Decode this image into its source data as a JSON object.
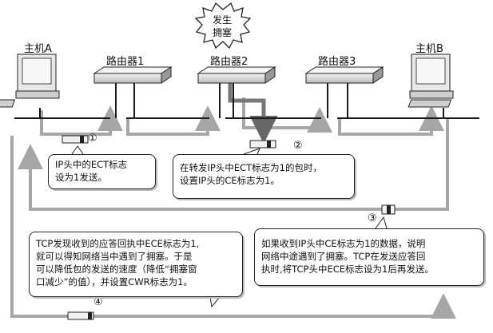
{
  "hosts": {
    "a": "主机A",
    "b": "主机B"
  },
  "routers": {
    "r1": "路由器1",
    "r2": "路由器2",
    "r3": "路由器3"
  },
  "congestion_cloud": [
    "发生",
    "拥塞"
  ],
  "steps": {
    "s1": "①",
    "s2": "②",
    "s3": "③",
    "s4": "④"
  },
  "notes": {
    "n1": [
      "IP头中的ECT标志",
      "设为1发送。"
    ],
    "n2": [
      "在转发IP头中ECT标志为1的包时，",
      "设置IP头的CE标志为1。"
    ],
    "n3": [
      "如果收到IP头中CE标志为1的数据，说明",
      "网络中途遇到了拥塞。TCP在发送应答回",
      "执时,将TCP头中ECE标志设为1后再发送。"
    ],
    "n4": [
      "TCP发现收到的应答回执中ECE标志为1,",
      "就可以得知网络当中遇到了拥塞。于是",
      "可以降低包的发送的速度（降低“拥塞窗",
      "口减少”的值），并设置CWR标志为1。"
    ]
  },
  "colors": {
    "arrow": "#a6a6a6",
    "congestion_arrow": "#7a7a7a",
    "line": "#1a1a1a"
  }
}
